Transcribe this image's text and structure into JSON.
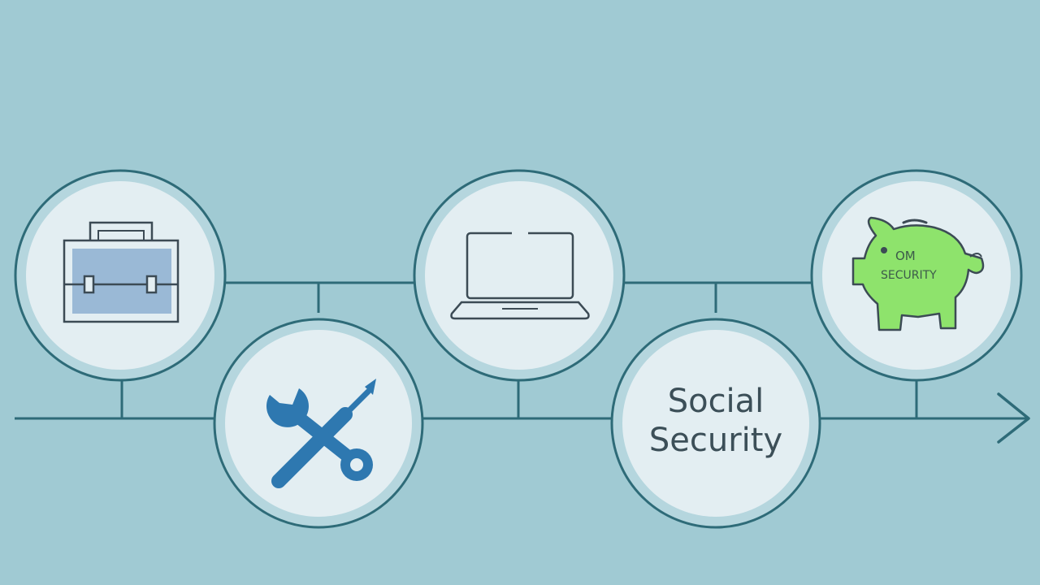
{
  "diagram": {
    "colors": {
      "background": "#a0cad3",
      "line": "#2e6b78",
      "circle_fill": "#e3eef2",
      "circle_ring": "#b5d6de",
      "icon_stroke": "#3c4b55",
      "briefcase_fill": "#9ab9d6",
      "tools": "#2e78b0",
      "piggy_bank": "#8ee36c"
    },
    "nodes": [
      {
        "id": "career",
        "icon": "briefcase-icon"
      },
      {
        "id": "trade",
        "icon": "wrench-screwdriver-icon"
      },
      {
        "id": "tech",
        "icon": "laptop-icon"
      },
      {
        "id": "social-security",
        "label_lines": [
          "Social",
          "Security"
        ]
      },
      {
        "id": "savings",
        "icon": "piggy-bank-icon",
        "icon_text": [
          "OM",
          "SECURITY"
        ]
      }
    ]
  }
}
